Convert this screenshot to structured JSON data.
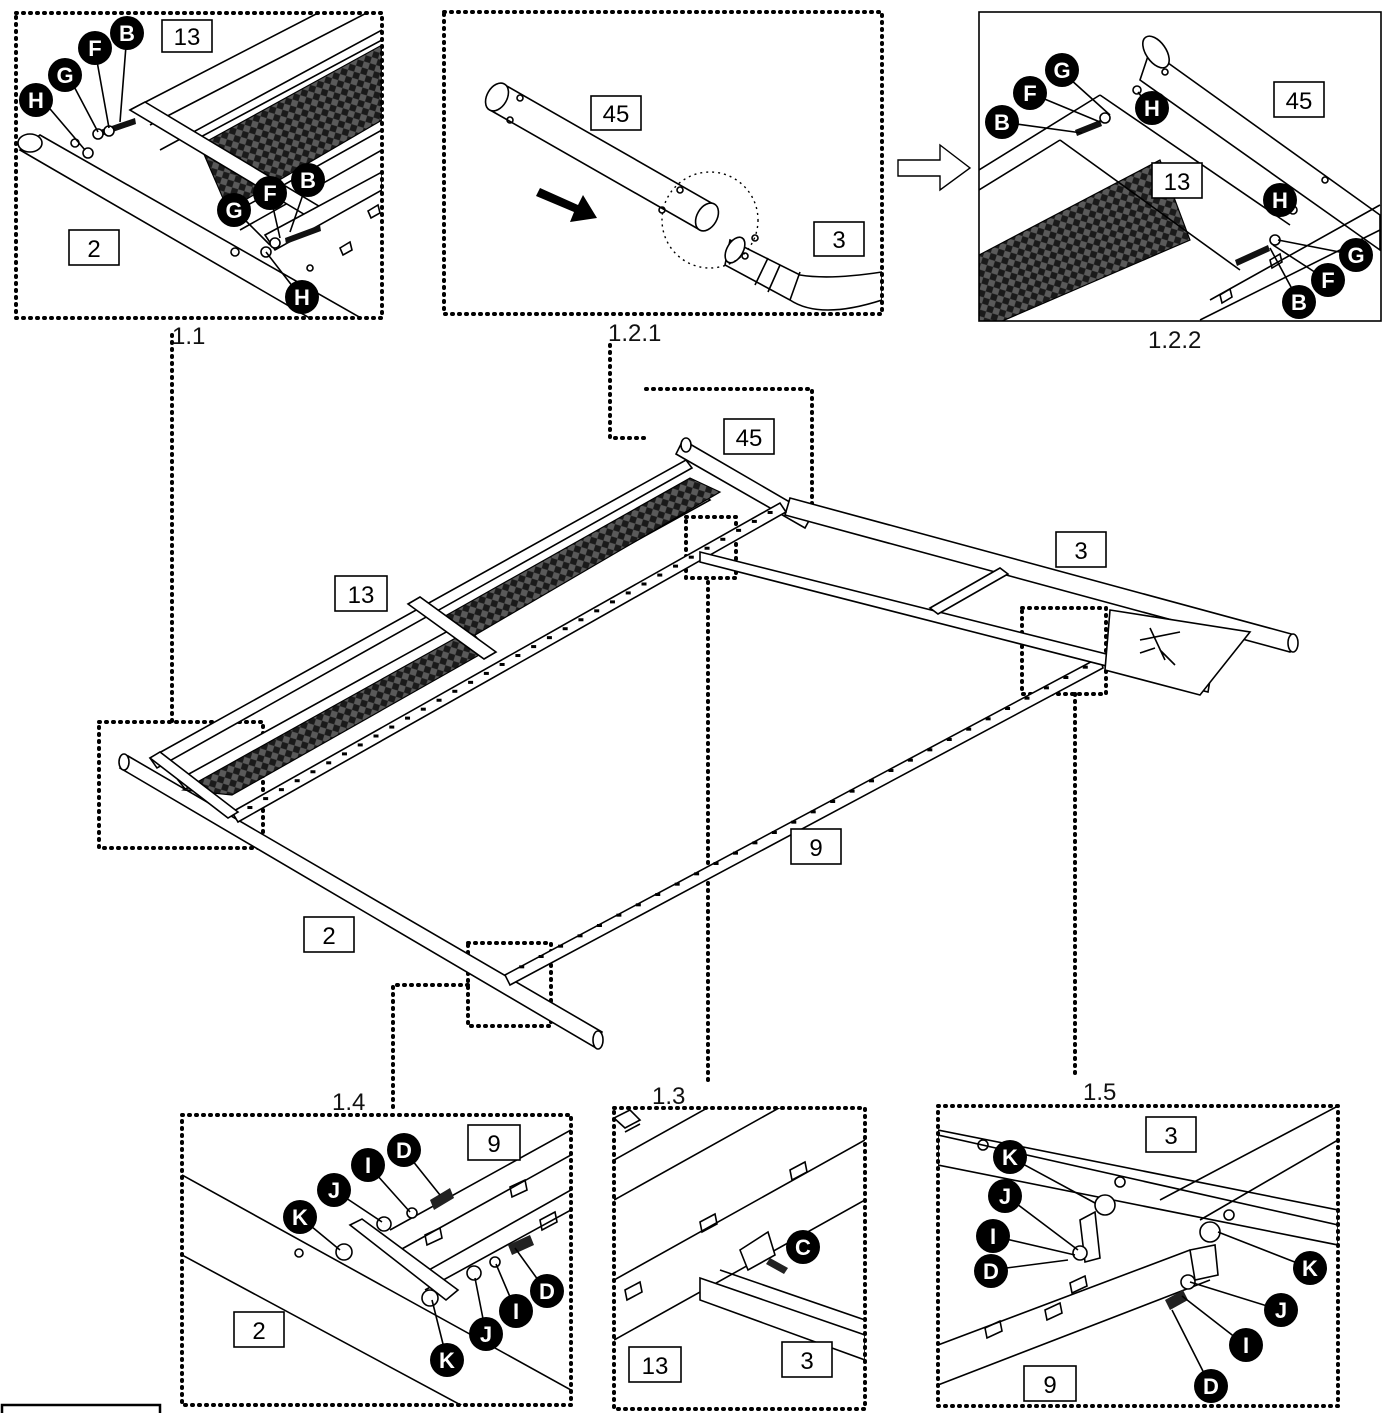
{
  "part_labels": {
    "p13a": "13",
    "p2a": "2",
    "p45b": "45",
    "p3b": "3",
    "p45c": "45",
    "p13c": "13",
    "p45m": "45",
    "p3m": "3",
    "p13m": "13",
    "p9m": "9",
    "p2m": "2",
    "p9d": "9",
    "p2d": "2",
    "p13e": "13",
    "p3e": "3",
    "p3f": "3",
    "p9f": "9"
  },
  "step_labels": {
    "s11": "1.1",
    "s121": "1.2.1",
    "s122": "1.2.2",
    "s14": "1.4",
    "s13": "1.3",
    "s15": "1.5"
  },
  "hardware": {
    "a_B1": "B",
    "a_F1": "F",
    "a_G1": "G",
    "a_H1": "H",
    "a_B2": "B",
    "a_F2": "F",
    "a_G2": "G",
    "a_H2": "H",
    "c_G1": "G",
    "c_F1": "F",
    "c_B1": "B",
    "c_H1": "H",
    "c_H2": "H",
    "c_G2": "G",
    "c_F2": "F",
    "c_B2": "B",
    "d_D1": "D",
    "d_I1": "I",
    "d_J1": "J",
    "d_K1": "K",
    "d_D2": "D",
    "d_I2": "I",
    "d_J2": "J",
    "d_K2": "K",
    "e_C": "C",
    "f_K1": "K",
    "f_J1": "J",
    "f_I1": "I",
    "f_D1": "D",
    "f_K2": "K",
    "f_J2": "J",
    "f_I2": "I",
    "f_D2": "D"
  },
  "colors": {
    "ink": "#000000",
    "paper": "#ffffff"
  },
  "icons": {
    "arrow_solid": "arrow-right-down-solid",
    "arrow_outline": "arrow-right-outline"
  }
}
